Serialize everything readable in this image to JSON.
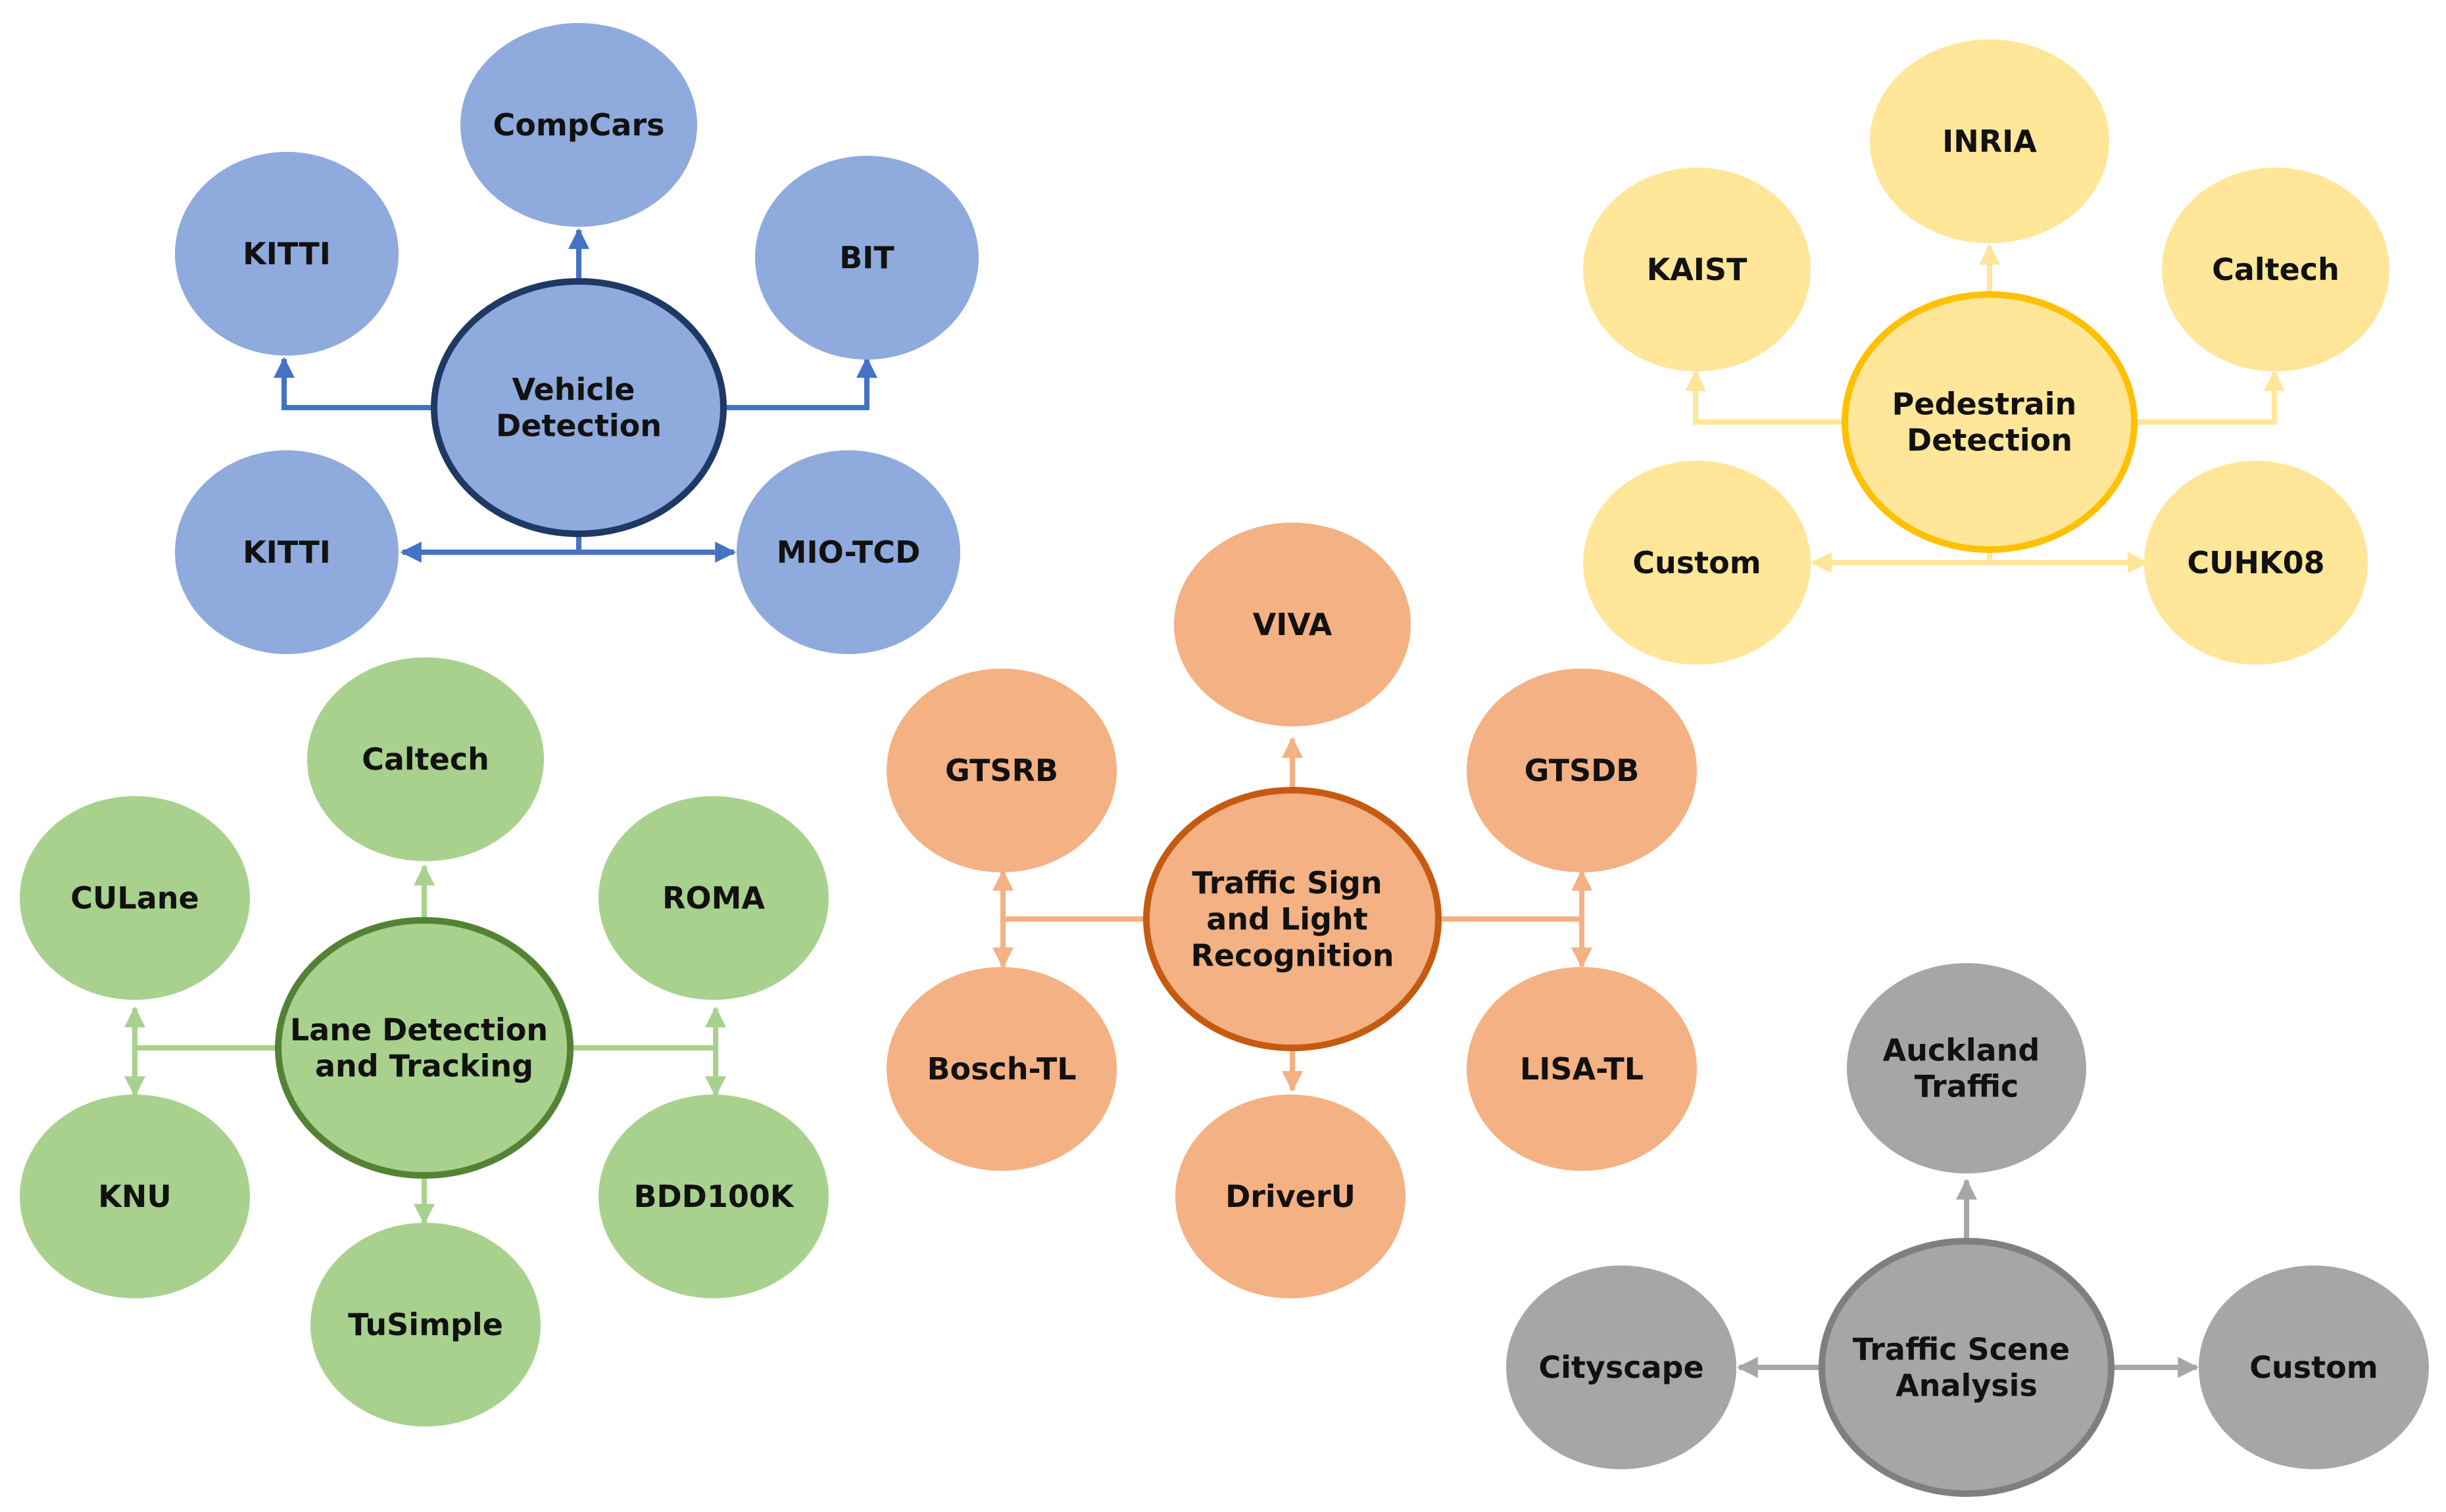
{
  "clusters": [
    {
      "id": "vehicle-detection",
      "color": "#8FAADC",
      "border": "#1F3864",
      "line": "#4472C4",
      "center": [
        "Vehicle",
        "Detection"
      ],
      "children": [
        [
          "CompCars"
        ],
        [
          "KITTI"
        ],
        [
          "BIT"
        ],
        [
          "KITTI"
        ],
        [
          "MIO-TCD"
        ]
      ]
    },
    {
      "id": "pedestrain-detection",
      "color": "#FFE699",
      "border": "#FFC000",
      "line": "#FFE699",
      "center": [
        "Pedestrain",
        "Detection"
      ],
      "children": [
        [
          "INRIA"
        ],
        [
          "KAIST"
        ],
        [
          "Caltech"
        ],
        [
          "Custom"
        ],
        [
          "CUHK08"
        ]
      ]
    },
    {
      "id": "lane-detection-and-tracking",
      "color": "#A9D18E",
      "border": "#548235",
      "line": "#A9D18E",
      "center": [
        "Lane Detection",
        "and Tracking"
      ],
      "children": [
        [
          "Caltech"
        ],
        [
          "CULane"
        ],
        [
          "ROMA"
        ],
        [
          "KNU"
        ],
        [
          "BDD100K"
        ],
        [
          "TuSimple"
        ]
      ]
    },
    {
      "id": "traffic-sign-and-light-recognition",
      "color": "#F4B183",
      "border": "#C55A11",
      "line": "#F4B183",
      "center": [
        "Traffic Sign",
        "and Light",
        "Recognition"
      ],
      "children": [
        [
          "VIVA"
        ],
        [
          "GTSRB"
        ],
        [
          "GTSDB"
        ],
        [
          "Bosch-TL"
        ],
        [
          "LISA-TL"
        ],
        [
          "DriverU"
        ]
      ]
    },
    {
      "id": "traffic-scene-analysis",
      "color": "#A6A6A6",
      "border": "#7F7F7F",
      "line": "#A6A6A6",
      "center": [
        "Traffic Scene",
        "Analysis"
      ],
      "children": [
        [
          "Auckland",
          "Traffic"
        ],
        [
          "Cityscape"
        ],
        [
          "Custom"
        ]
      ]
    }
  ]
}
